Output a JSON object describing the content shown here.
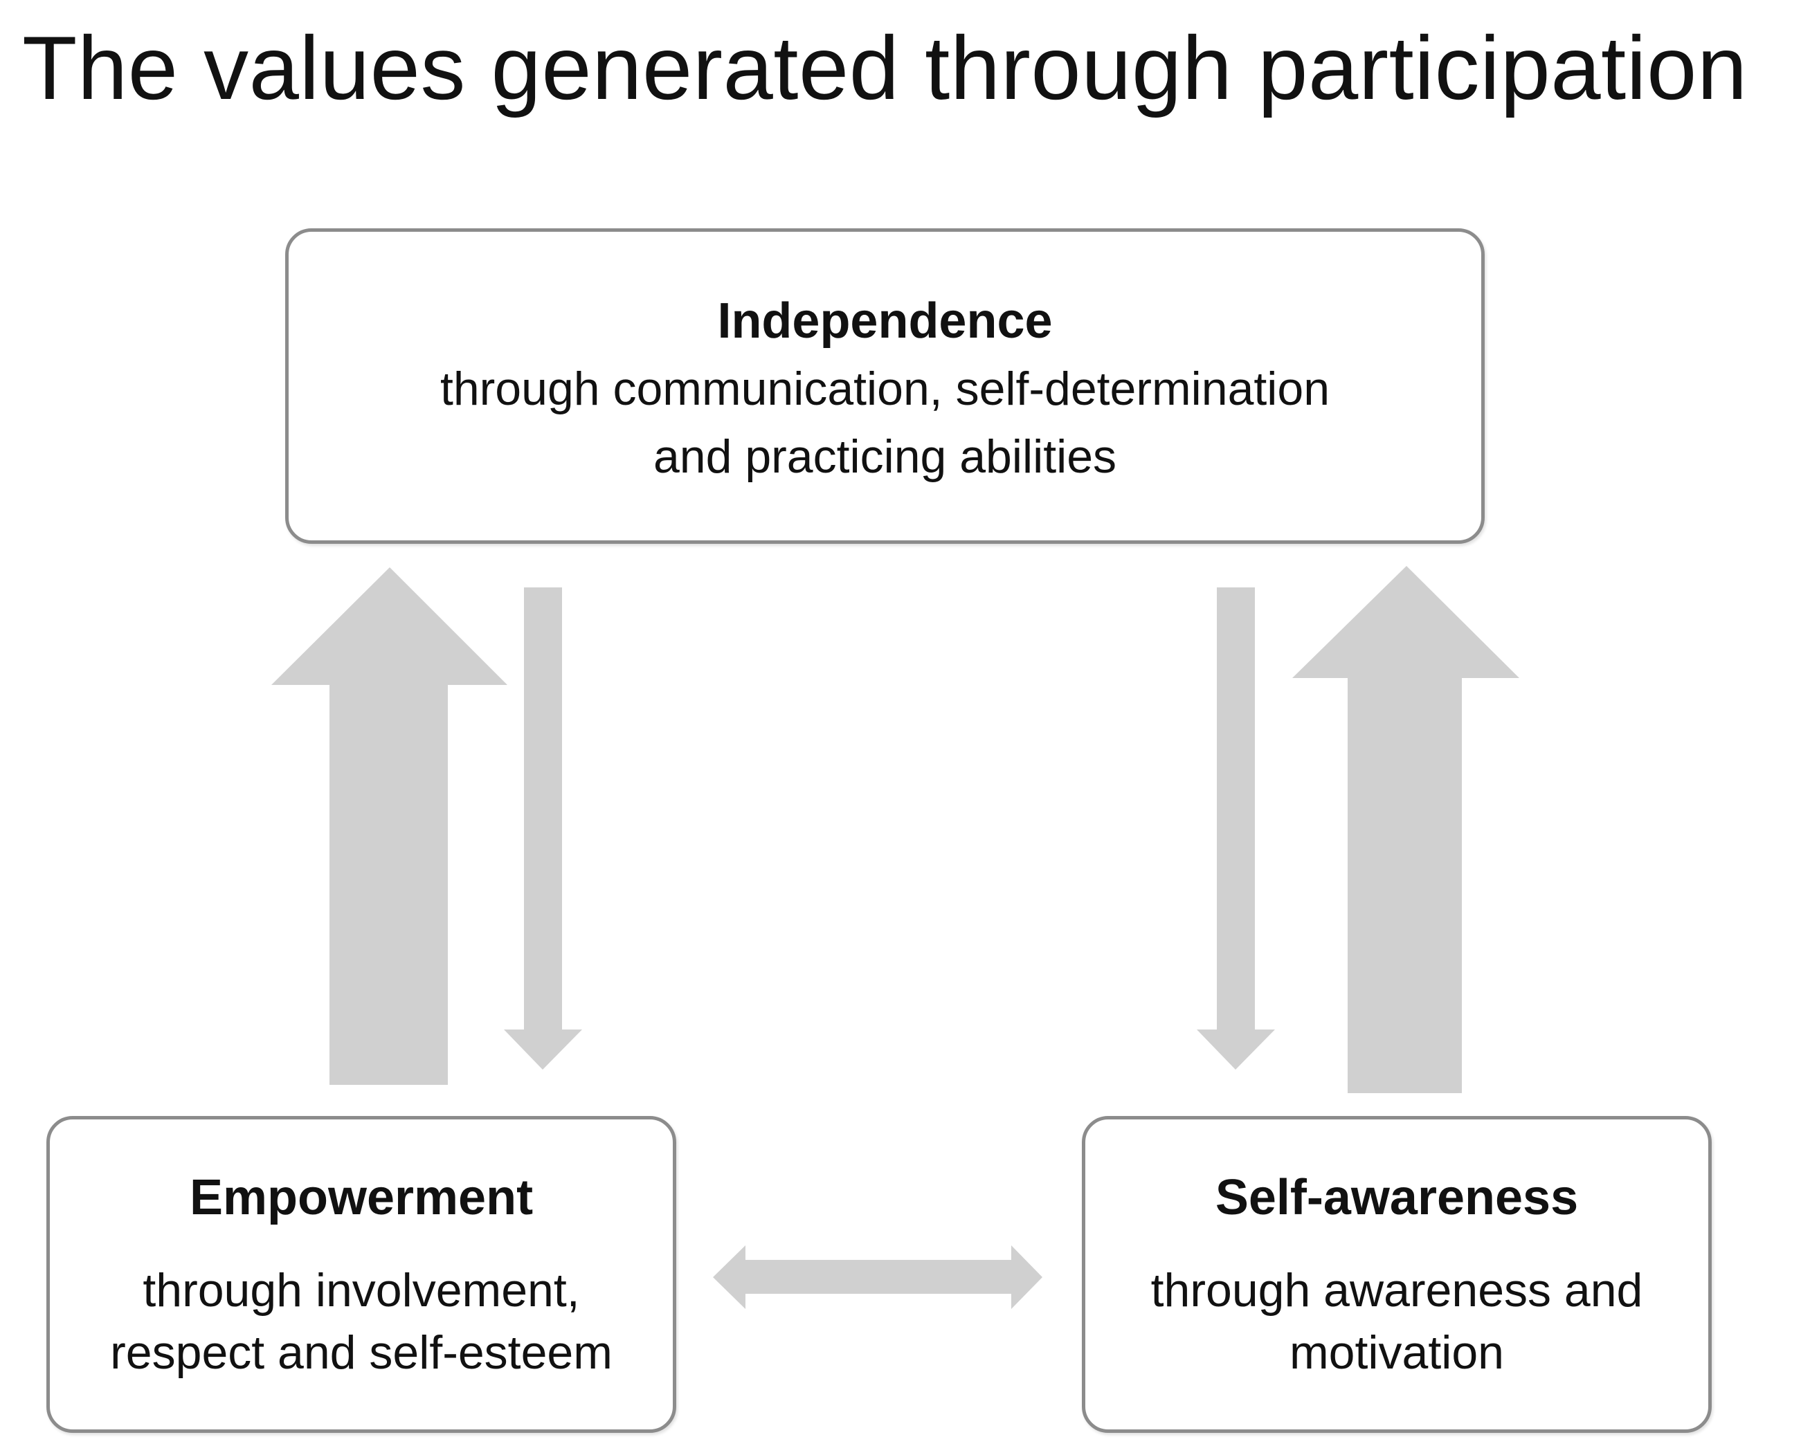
{
  "title": "The values generated through participation",
  "colors": {
    "arrow_fill": "#d0d0d0",
    "box_border": "#8c8c8c",
    "text": "#111111",
    "background": "#ffffff"
  },
  "nodes": {
    "independence": {
      "heading": "Independence",
      "line1": "through communication, self-determination",
      "line2": "and practicing abilities"
    },
    "empowerment": {
      "heading": "Empowerment",
      "line1": "through involvement,",
      "line2": "respect and self-esteem"
    },
    "self_awareness": {
      "heading": "Self-awareness",
      "line1": "through awareness and",
      "line2": "motivation"
    }
  },
  "edges": [
    {
      "from": "empowerment",
      "to": "independence",
      "style": "thick"
    },
    {
      "from": "independence",
      "to": "empowerment",
      "style": "thin"
    },
    {
      "from": "independence",
      "to": "self_awareness",
      "style": "thin"
    },
    {
      "from": "self_awareness",
      "to": "independence",
      "style": "thick"
    },
    {
      "from": "empowerment",
      "to": "self_awareness",
      "style": "bidirectional"
    }
  ]
}
